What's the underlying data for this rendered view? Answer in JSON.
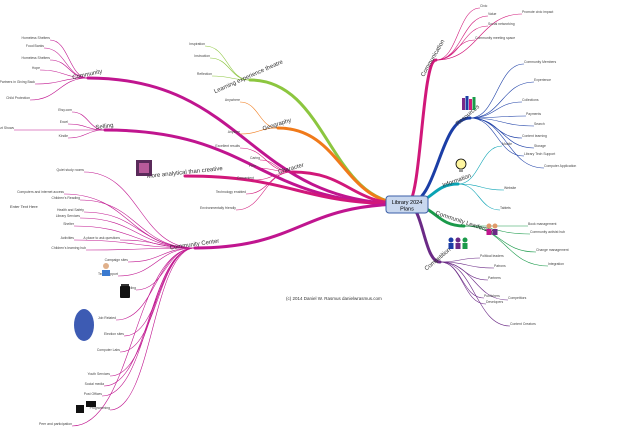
{
  "center": {
    "title": "Library 2024",
    "subtitle": "Plans"
  },
  "copyright": "(c) 2014 Daniel W. Rasmus danielwrasmus.com",
  "side_note": "Enter Text Here",
  "colors": {
    "orange": "#f07a1a",
    "green": "#8cc63f",
    "pink": "#d1187a",
    "magenta": "#c0158f",
    "blue": "#1b3ea6",
    "teal": "#0aa3b4",
    "dkgreen": "#1a9a4a",
    "purple": "#6b2a86",
    "center_fill": "#c8d7ee"
  },
  "branches": [
    {
      "key": "community",
      "label": "Community",
      "color": "#c0158f",
      "subs": [
        "Homeless Shelters",
        "Food Banks",
        "Homeless Shelters",
        "Hope",
        "Partners in Giving Back",
        "Child Protection"
      ]
    },
    {
      "key": "sell",
      "label": "Selling",
      "color": "#c0158f",
      "subs": [
        "Etsy.com",
        "Excel",
        "Kindle",
        "Sell Prints on Local Art Shows"
      ]
    },
    {
      "key": "learning",
      "label": "Learning experience theatre",
      "color": "#8cc63f",
      "subs": [
        "Inspiration",
        "Instruction",
        "Reflection"
      ]
    },
    {
      "key": "geo",
      "label": "Geography",
      "color": "#f07a1a",
      "subs": [
        "Anywhere",
        "Anytime"
      ]
    },
    {
      "key": "character",
      "label": "Character",
      "color": "#d1187a",
      "subs": [
        "Excellent results",
        "Caring",
        "Free",
        "Convenient",
        "Technology enabled",
        "Environmentally friendly"
      ]
    },
    {
      "key": "arts",
      "label": "More analytical than creative",
      "color": "#d1187a",
      "subs": []
    },
    {
      "key": "communication",
      "label": "Communication",
      "color": "#d1187a",
      "subs": [
        "Civic",
        "Value",
        "Social networking",
        "Community meeting space",
        "Promote civic impact"
      ]
    },
    {
      "key": "resources",
      "label": "Resources",
      "color": "#1b3ea6",
      "subs": [
        "Community Members",
        "Experience",
        "Collections",
        "Payments",
        "Search",
        "Content learning",
        "Storage",
        "Library Tech Support",
        "Computer Application"
      ]
    },
    {
      "key": "information",
      "label": "Information",
      "color": "#0aa3b4",
      "subs": [
        "Mobile",
        "Website",
        "Tablets"
      ]
    },
    {
      "key": "leadership",
      "label": "Community Leadership",
      "color": "#1a9a4a",
      "subs": [
        "Book management",
        "Community activist hub",
        "Change management",
        "Integration"
      ]
    },
    {
      "key": "competition",
      "label": "Competition",
      "color": "#6b2a86",
      "subs": [
        "Political leaders",
        "Patrons",
        "Partners",
        "Publishers",
        "Developers",
        "Competitors",
        "Content Creators"
      ]
    },
    {
      "key": "center",
      "label": "Community Center",
      "color": "#c0158f",
      "subs": [
        "Quiet study rooms",
        "Computers and internet access",
        "Children's Reading",
        "Health and Safety",
        "Library Services",
        "Shelter",
        "Activities",
        "Children's learning hub",
        "A place to ask questions",
        "Campaign sites",
        "Tech Support",
        "Recycling",
        "Job Related",
        "Election sites",
        "Computer Labs",
        "Youth Services",
        "Social media",
        "Post Offices",
        "Programming",
        "Peer and participation"
      ]
    }
  ],
  "labels": {
    "hub_ask": "A place to ask questions"
  }
}
